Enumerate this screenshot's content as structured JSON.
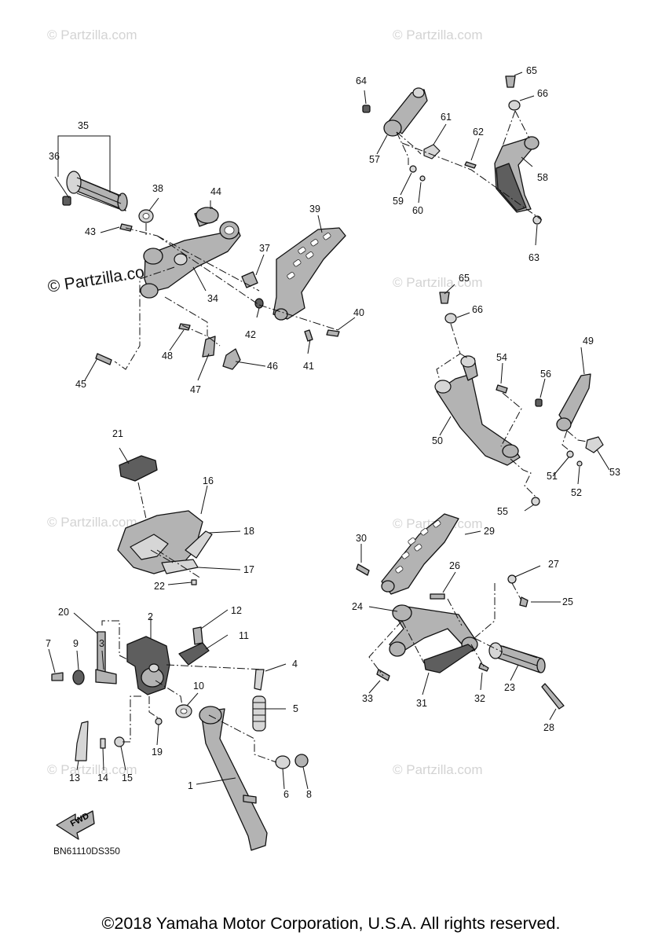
{
  "watermark": {
    "text": "© Partzilla.com",
    "text_prominent": "© Partzilla.com"
  },
  "diagram_code": "BN61110DS350",
  "fwd_arrow": {
    "label": "FWD",
    "icon": "fwd-arrow-icon"
  },
  "copyright": "©2018 Yamaha Motor Corporation, U.S.A. All rights reserved.",
  "part_labels": [
    "1",
    "2",
    "3",
    "4",
    "5",
    "6",
    "7",
    "8",
    "9",
    "10",
    "11",
    "12",
    "13",
    "14",
    "15",
    "16",
    "17",
    "18",
    "19",
    "20",
    "21",
    "22",
    "23",
    "24",
    "25",
    "26",
    "27",
    "28",
    "29",
    "30",
    "31",
    "32",
    "33",
    "34",
    "35",
    "36",
    "37",
    "38",
    "39",
    "40",
    "41",
    "42",
    "43",
    "44",
    "45",
    "46",
    "47",
    "48",
    "49",
    "50",
    "51",
    "52",
    "53",
    "54",
    "55",
    "56",
    "57",
    "58",
    "59",
    "60",
    "61",
    "62",
    "63",
    "64",
    "65",
    "66"
  ],
  "part_labels_repeat": [
    "65",
    "66"
  ],
  "colors": {
    "part_fill": "#b3b3b3",
    "part_dark": "#5e5e5e",
    "line": "#111111",
    "watermark": "#c9c9c9"
  }
}
